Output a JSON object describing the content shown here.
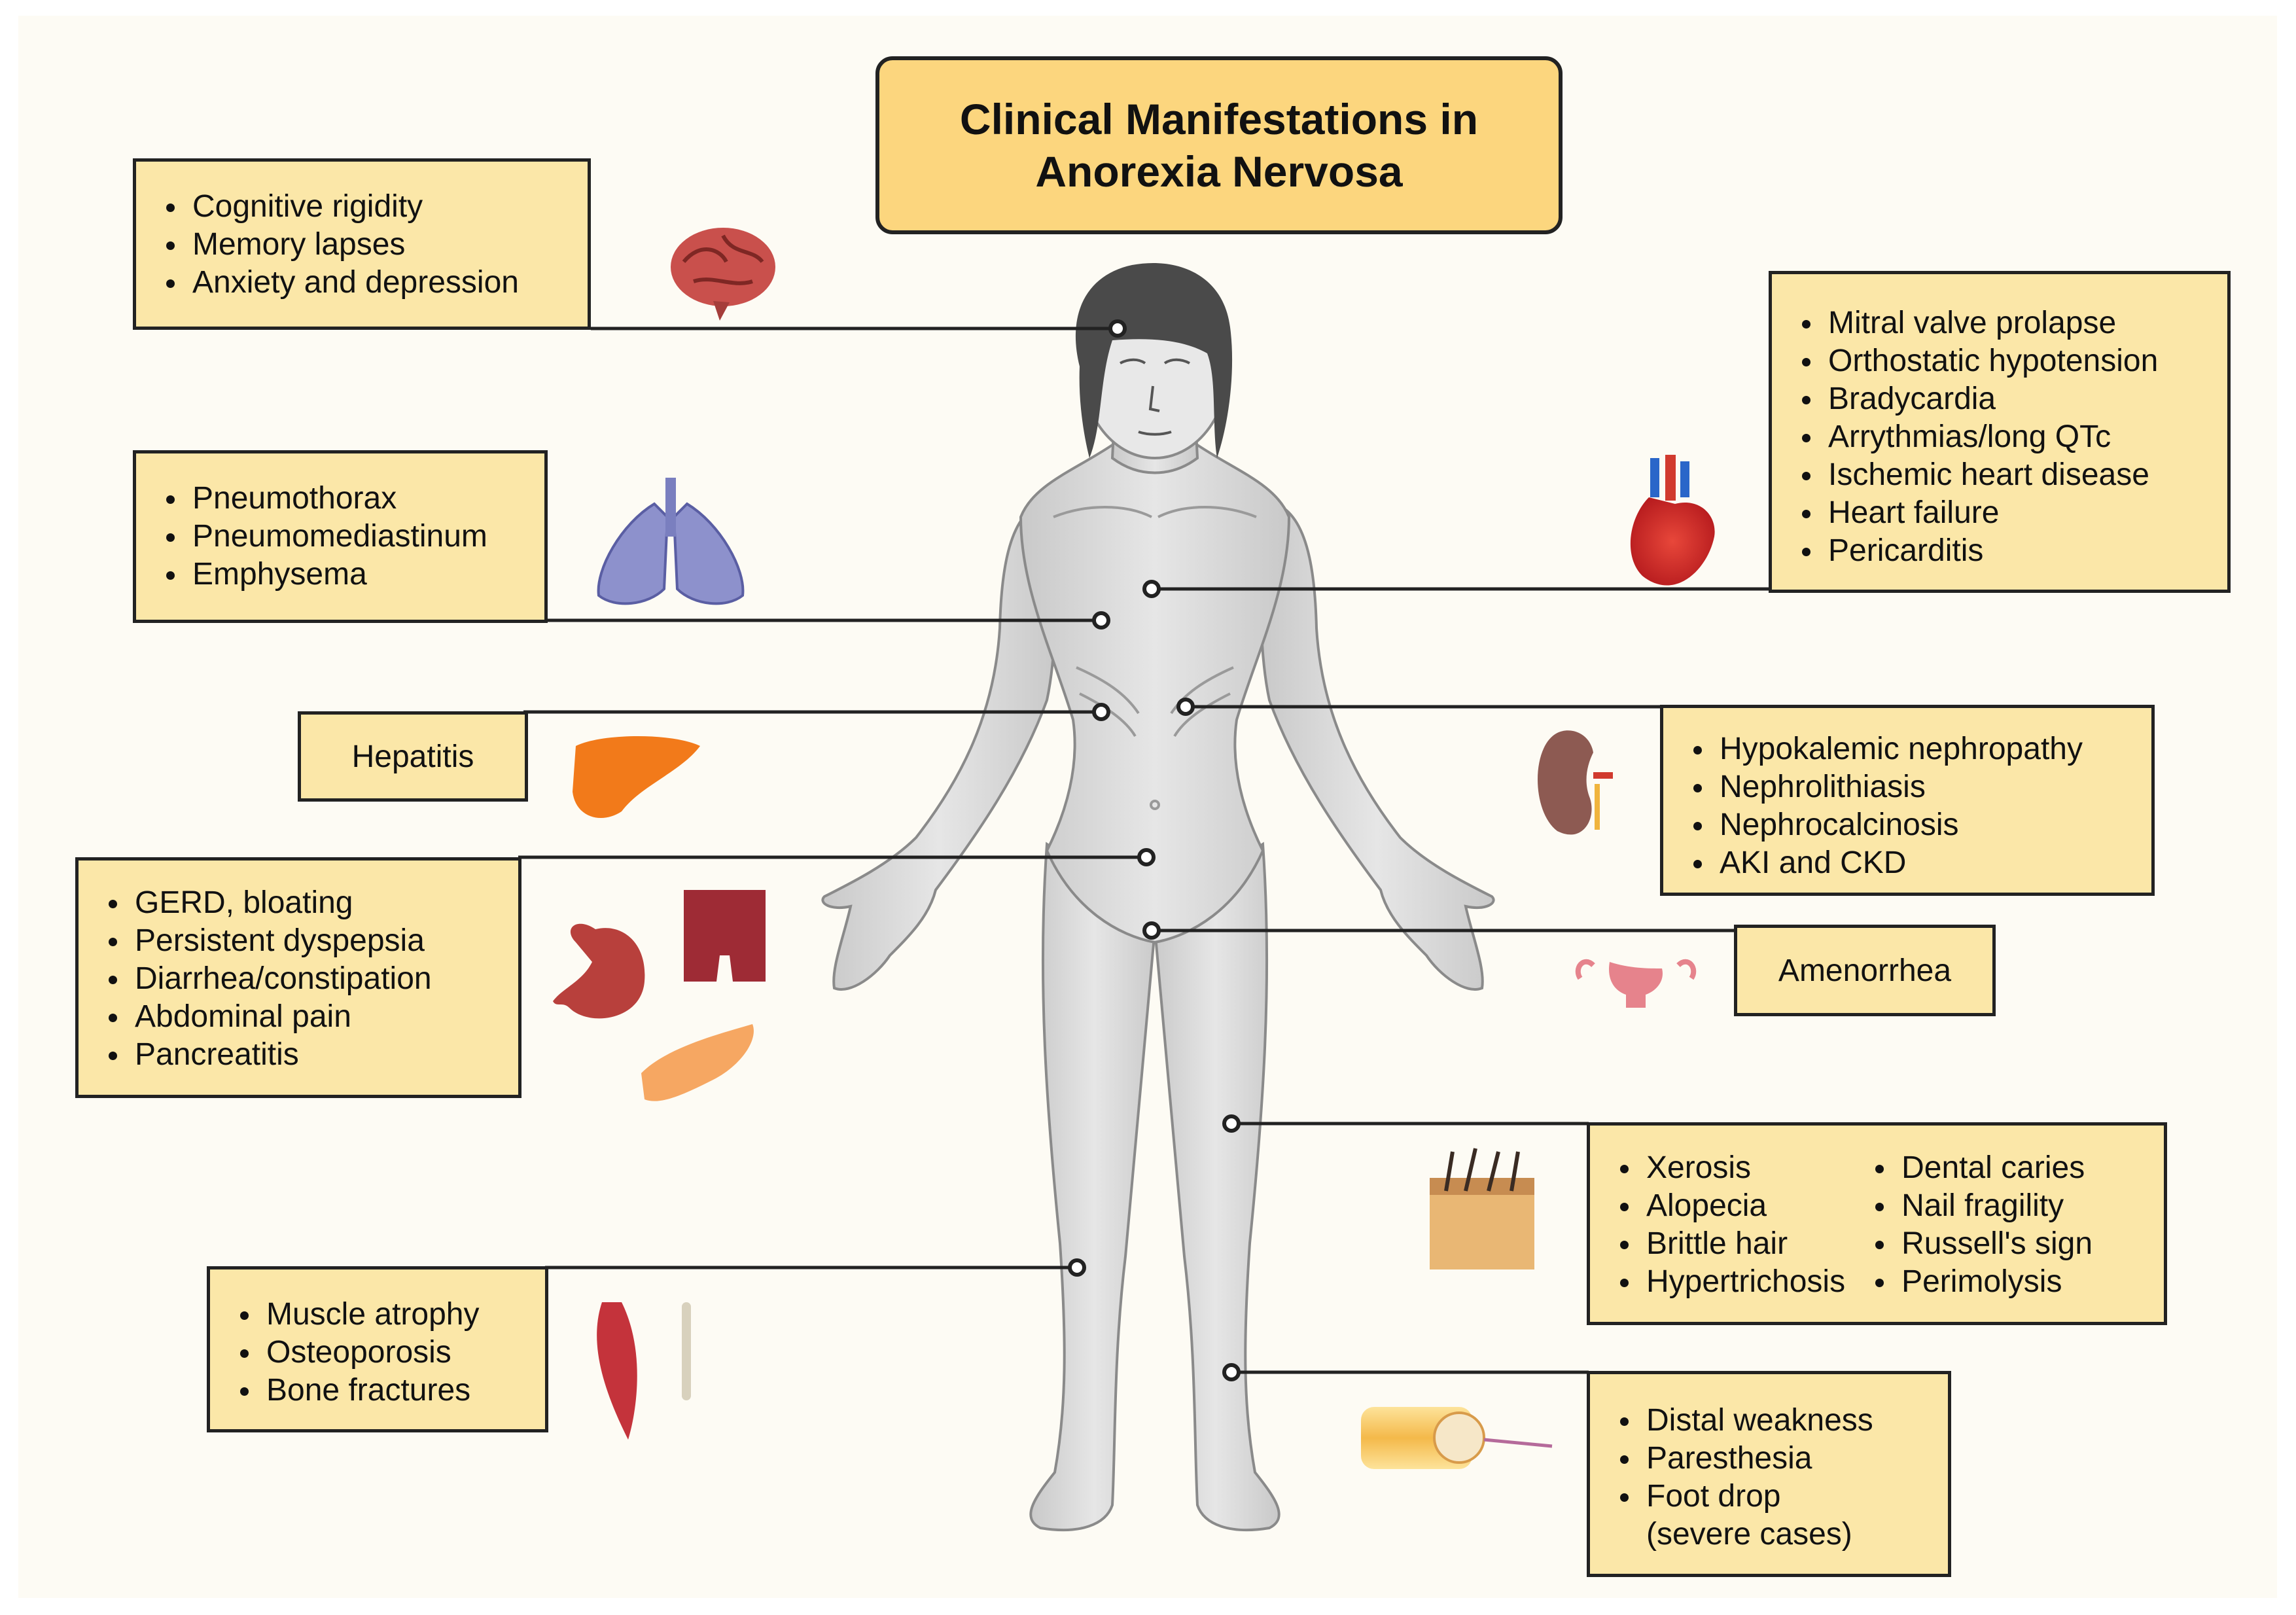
{
  "title": {
    "line1": "Clinical Manifestations in",
    "line2": "Anorexia Nervosa"
  },
  "colors": {
    "box_fill": "#fbe7a8",
    "title_fill": "#fcd67e",
    "border": "#222222",
    "background": "#fdfbf4",
    "body": "#d8d8d8"
  },
  "callouts": {
    "neuro": {
      "items": [
        "Cognitive rigidity",
        "Memory lapses",
        "Anxiety and depression"
      ],
      "icon": "brain-icon"
    },
    "pulmonary": {
      "items": [
        "Pneumothorax",
        "Pneumomediastinum",
        "Emphysema"
      ],
      "icon": "lungs-icon"
    },
    "hepatic": {
      "label": "Hepatitis",
      "icon": "liver-icon"
    },
    "gastro": {
      "items": [
        "GERD, bloating",
        "Persistent dyspepsia",
        "Diarrhea/constipation",
        "Abdominal pain",
        "Pancreatitis"
      ],
      "icon": "digestive-organs-icon"
    },
    "musculoskeletal": {
      "items": [
        "Muscle atrophy",
        "Osteoporosis",
        "Bone fractures"
      ],
      "icon": "muscle-bone-icon"
    },
    "cardiac": {
      "items": [
        "Mitral valve prolapse",
        "Orthostatic hypotension",
        "Bradycardia",
        "Arrythmias/long QTc",
        "Ischemic heart disease",
        "Heart failure",
        "Pericarditis"
      ],
      "icon": "heart-icon"
    },
    "renal": {
      "items": [
        "Hypokalemic nephropathy",
        "Nephrolithiasis",
        "Nephrocalcinosis",
        "AKI and CKD"
      ],
      "icon": "kidney-icon"
    },
    "reproductive": {
      "label": "Amenorrhea",
      "icon": "uterus-icon"
    },
    "dermatologic": {
      "col1": [
        "Xerosis",
        "Alopecia",
        "Brittle hair",
        "Hypertrichosis"
      ],
      "col2": [
        "Dental caries",
        "Nail fragility",
        "Russell's sign",
        "Perimolysis"
      ],
      "icon": "skin-section-icon"
    },
    "neuromuscular": {
      "items": [
        "Distal weakness",
        "Paresthesia",
        "Foot drop",
        "(severe cases)"
      ],
      "icon": "nerve-fiber-icon"
    }
  }
}
